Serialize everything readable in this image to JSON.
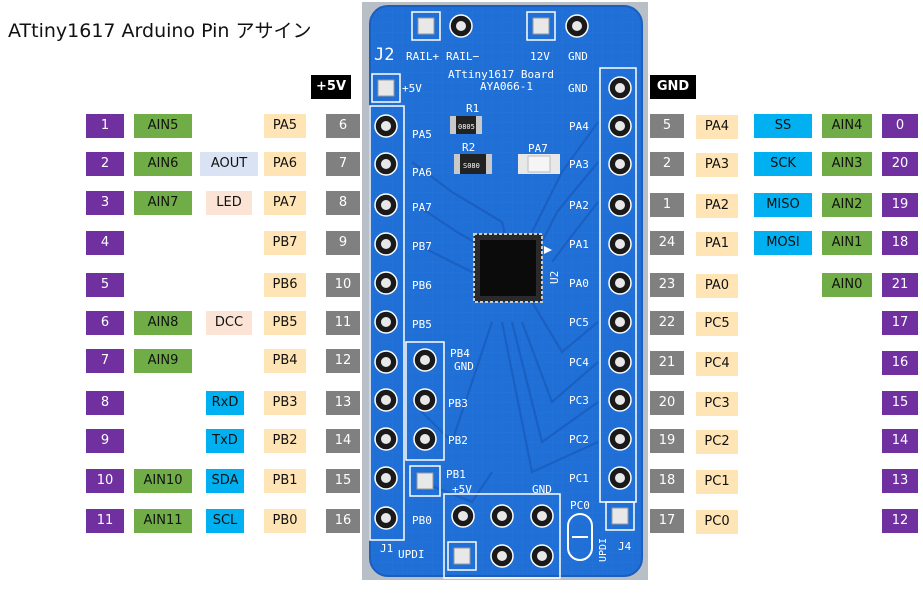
{
  "title": "ATtiny1617 Arduino Pin アサイン",
  "header": {
    "left_power": "+5V",
    "right_power": "GND"
  },
  "left_rows": [
    {
      "num": "1",
      "ain": "AIN5",
      "func": "",
      "port": "PA5",
      "pin": "6"
    },
    {
      "num": "2",
      "ain": "AIN6",
      "func": "AOUT",
      "port": "PA6",
      "pin": "7"
    },
    {
      "num": "3",
      "ain": "AIN7",
      "func": "LED",
      "port": "PA7",
      "pin": "8"
    },
    {
      "num": "4",
      "ain": "",
      "func": "",
      "port": "PB7",
      "pin": "9"
    },
    {
      "num": "5",
      "ain": "",
      "func": "",
      "port": "PB6",
      "pin": "10"
    },
    {
      "num": "6",
      "ain": "AIN8",
      "func": "DCC",
      "port": "PB5",
      "pin": "11"
    },
    {
      "num": "7",
      "ain": "AIN9",
      "func": "",
      "port": "PB4",
      "pin": "12"
    },
    {
      "num": "8",
      "ain": "",
      "func": "RxD",
      "port": "PB3",
      "pin": "13"
    },
    {
      "num": "9",
      "ain": "",
      "func": "TxD",
      "port": "PB2",
      "pin": "14"
    },
    {
      "num": "10",
      "ain": "AIN10",
      "func": "SDA",
      "port": "PB1",
      "pin": "15"
    },
    {
      "num": "11",
      "ain": "AIN11",
      "func": "SCL",
      "port": "PB0",
      "pin": "16"
    }
  ],
  "right_rows": [
    {
      "pin": "5",
      "port": "PA4",
      "func": "SS",
      "ain": "AIN4",
      "num": "0"
    },
    {
      "pin": "2",
      "port": "PA3",
      "func": "SCK",
      "ain": "AIN3",
      "num": "20"
    },
    {
      "pin": "1",
      "port": "PA2",
      "func": "MISO",
      "ain": "AIN2",
      "num": "19"
    },
    {
      "pin": "24",
      "port": "PA1",
      "func": "MOSI",
      "ain": "AIN1",
      "num": "18"
    },
    {
      "pin": "23",
      "port": "PA0",
      "func": "",
      "ain": "AIN0",
      "num": "21"
    },
    {
      "pin": "22",
      "port": "PC5",
      "func": "",
      "ain": "",
      "num": "17"
    },
    {
      "pin": "21",
      "port": "PC4",
      "func": "",
      "ain": "",
      "num": "16"
    },
    {
      "pin": "20",
      "port": "PC3",
      "func": "",
      "ain": "",
      "num": "15"
    },
    {
      "pin": "19",
      "port": "PC2",
      "func": "",
      "ain": "",
      "num": "14"
    },
    {
      "pin": "18",
      "port": "PC1",
      "func": "",
      "ain": "",
      "num": "13"
    },
    {
      "pin": "17",
      "port": "PC0",
      "func": "",
      "ain": "",
      "num": "12"
    }
  ],
  "board": {
    "top_header": [
      "RAIL+",
      "RAIL−",
      "12V",
      "GND"
    ],
    "j2": "J2",
    "plus5v": "+5V",
    "gnd": "GND",
    "name": "ATtiny1617 Board",
    "model": "AYA066-1",
    "r1": "R1",
    "r1_val": "0805",
    "r2": "R2",
    "r2_val": "S080",
    "pa7_led": "PA7",
    "u2": "U2",
    "left_silk": [
      "PA5",
      "PA6",
      "PA7",
      "PB7",
      "PB6",
      "PB5",
      "",
      "PB3",
      "PB2",
      "",
      "PB0"
    ],
    "right_silk": [
      "PA4",
      "PA3",
      "PA2",
      "PA1",
      "PA0",
      "PC5",
      "PC4",
      "PC3",
      "PC2",
      "PC1"
    ],
    "pb4gnd": [
      "PB4",
      "GND"
    ],
    "pb1": "PB1",
    "bottom_header": [
      "+5V",
      "GND"
    ],
    "j1": "J1",
    "j4": "J4",
    "pc0": "PC0",
    "updi_v": "UPDI",
    "updi": "UPDI"
  },
  "colors": {
    "board": "#1f6fd6",
    "board_dark": "#1558b8",
    "silk": "#ffffff",
    "purple": "#7030a0",
    "green": "#70ad47",
    "cream": "#ffe4b5",
    "gray": "#808080",
    "cyan": "#00b0f0"
  }
}
